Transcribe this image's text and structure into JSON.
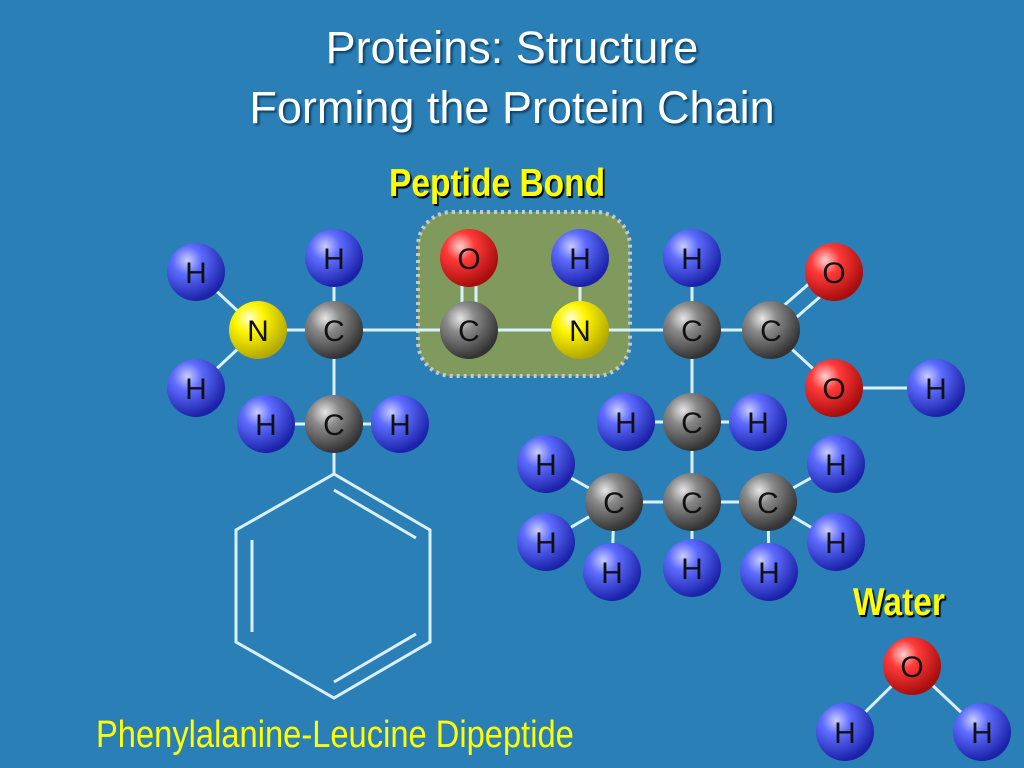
{
  "slide": {
    "title_line1": "Proteins: Structure",
    "title_line2": "Forming the Protein Chain",
    "peptide_bond_label": "Peptide Bond",
    "water_label": "Water",
    "caption": "Phenylalanine-Leucine Dipeptide"
  },
  "atoms": {
    "h_amine_top": "H",
    "h_amine_bottom": "H",
    "n_amine": "N",
    "c_alpha1": "C",
    "h_alpha1": "H",
    "c_beta1": "C",
    "h_beta1_left": "H",
    "h_beta1_right": "H",
    "o_carbonyl": "O",
    "c_carbonyl": "C",
    "h_amide": "H",
    "n_amide": "N",
    "h_alpha2": "H",
    "c_alpha2": "C",
    "c_carboxyl": "C",
    "o_carboxyl_double": "O",
    "o_carboxyl_single": "O",
    "h_hydroxyl": "H",
    "c_beta2": "C",
    "h_beta2_left": "H",
    "h_beta2_right": "H",
    "c_gamma": "C",
    "h_gamma": "H",
    "c_delta1": "C",
    "h_delta1_top": "H",
    "h_delta1_mid": "H",
    "h_delta1_bottom": "H",
    "c_delta2": "C",
    "h_delta2_top": "H",
    "h_delta2_mid": "H",
    "h_delta2_bottom": "H",
    "o_water": "O",
    "h_water_left": "H",
    "h_water_right": "H"
  },
  "colors": {
    "background": "#2a7fb6",
    "hydrogen": "#3a4cf2",
    "carbon": "#6d6d6d",
    "nitrogen": "#f2f000",
    "oxygen": "#f02a2a",
    "bond": "#d9f1ff",
    "peptide_highlight": "#7f9a5c",
    "label": "#ffff00"
  }
}
